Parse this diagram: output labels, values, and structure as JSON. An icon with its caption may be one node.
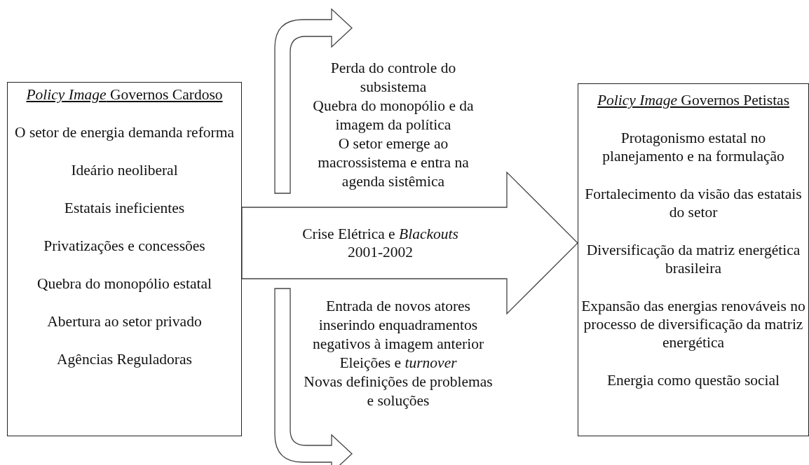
{
  "diagram": {
    "nodes": [
      {
        "text": [
          "*Policy Image* Governos Cardoso",
          "O setor de energia demanda reforma",
          "Ideário neoliberal",
          "Estatais ineficientes",
          "Privatizações e concessões",
          "Quebra do monopólio estatal",
          "Abertura ao setor privado",
          "Agências Reguladoras"
        ]
      },
      {
        "text": [
          "*Policy Image* Governos Petistas",
          "Protagonismo estatal no planejamento e na formulação",
          "Fortalecimento da visão das estatais do setor",
          "Diversificação da matriz energética brasileira",
          "Expansão das energias renováveis no processo de diversificação da matriz energética",
          "Energia como questão social"
        ]
      }
    ],
    "edges": [
      {
        "from": 0,
        "to": 1,
        "arrow": "to",
        "label": "Crise Elétrica e *Blackouts* 2001-2002"
      }
    ],
    "labels": [
      "Perda do controle do subsistema",
      "Quebra do monopólio e da imagem da política",
      "O setor emerge ao macrossistema e entra na agenda sistêmica",
      "Entrada de novos atores inserindo enquadramentos negativos à imagem anterior",
      "Eleições e *turnover*",
      "Novas definições de problemas e soluções"
    ]
  }
}
